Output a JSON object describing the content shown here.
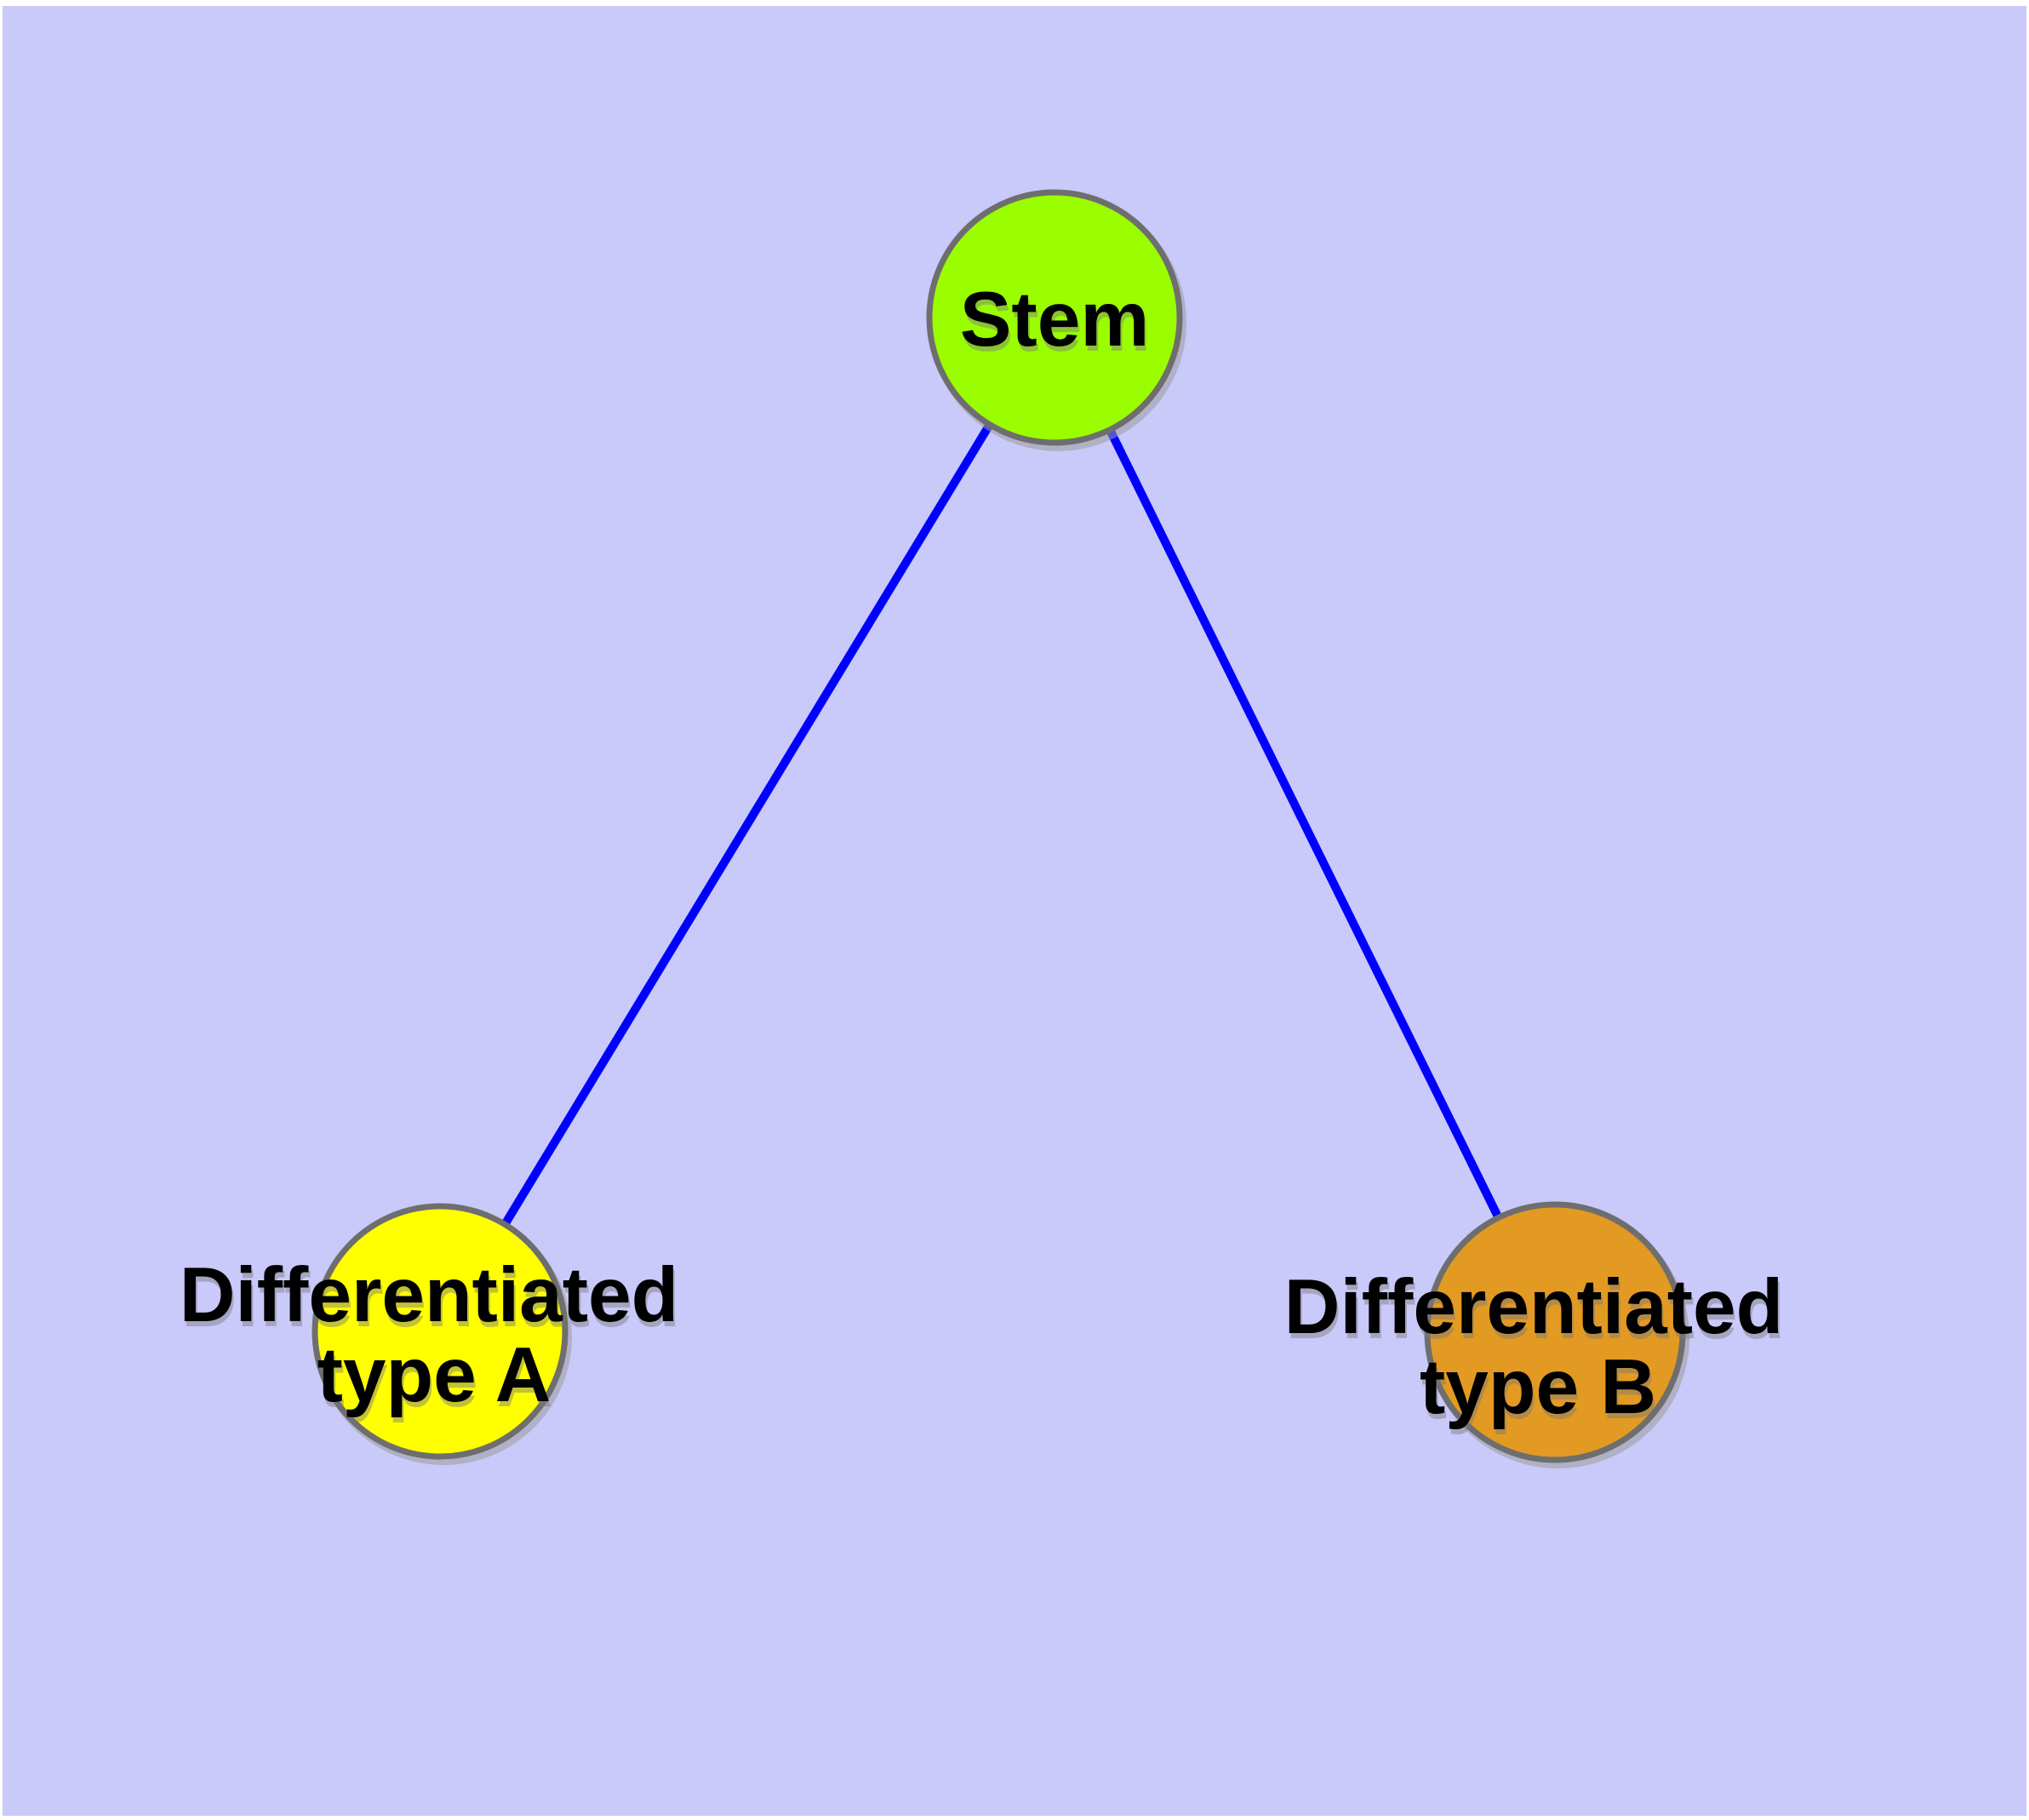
{
  "diagram": {
    "background_fill": "#C9C9FA",
    "text_color": "#000000",
    "shadow_color": "#7A7A7A",
    "node_border_color": "#6E6E6E",
    "edge_color": "#0000FF",
    "nodes": {
      "stem": {
        "label": "Stem",
        "fill": "#9AFE00"
      },
      "typeA": {
        "label_line1": "Differentiated",
        "label_line2": "type A",
        "label_full": "Differentiated type A",
        "fill": "#FFFF00"
      },
      "typeB": {
        "label_line1": "Differentiated",
        "label_line2": "type B",
        "label_full": "Differentiated type B",
        "fill": "#E39A22"
      }
    },
    "edges": [
      {
        "from": "Stem",
        "to": "Differentiated type A"
      },
      {
        "from": "Stem",
        "to": "Differentiated type B"
      }
    ]
  }
}
